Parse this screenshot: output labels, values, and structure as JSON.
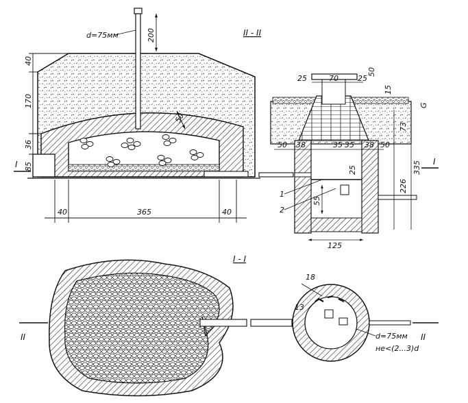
{
  "sections": {
    "section_ii": "II - II",
    "section_i": "I - I"
  },
  "labels": {
    "pipe_diameter_top": "d=75мм",
    "pipe_diameter_plan": "d=75мм",
    "offset_rule": "не<(2...3)d",
    "marker_i": "I",
    "marker_ii": "II",
    "callout_1": "1",
    "callout_2": "2",
    "side_mark": "G"
  },
  "dimensions": {
    "pipe_above_ground": "200",
    "soil_cover": "40",
    "fill_height": "170",
    "base_height": "36",
    "pipe_level": "85",
    "stone_layer": "50",
    "width_left_wall": "40",
    "width_main": "365",
    "width_right_wall": "40",
    "well_top_25a": "25",
    "well_inner_70": "70",
    "well_top_25b": "25",
    "well_cap_50": "50",
    "well_15": "15",
    "well_73": "73",
    "well_50a": "50",
    "well_38a": "38",
    "well_35a": "35",
    "well_35b": "35",
    "well_38b": "38",
    "well_50b": "50",
    "well_226": "226",
    "well_335": "335",
    "well_25c": "25",
    "well_55": "55",
    "well_125": "125",
    "plan_18": "18",
    "plan_13": "13"
  }
}
